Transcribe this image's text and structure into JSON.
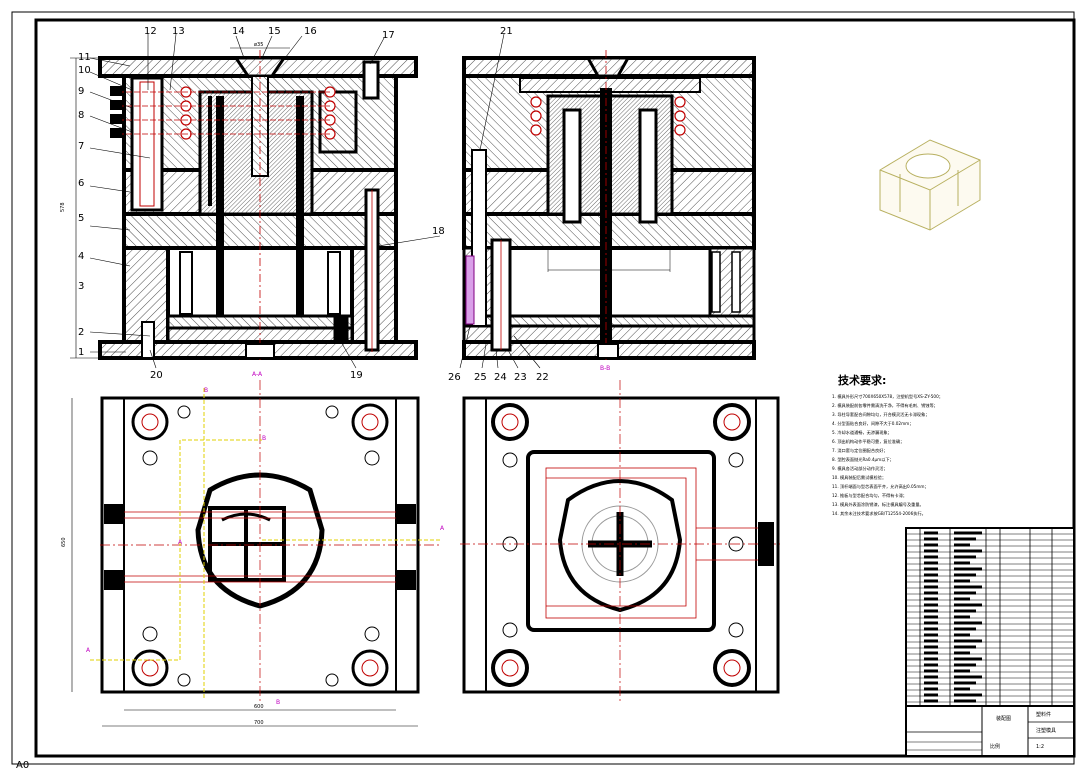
{
  "drawing": {
    "sheet_corner_label": "A0",
    "dimensions": {
      "front_height": "578",
      "plan_height": "650",
      "plan_inner_width": "600",
      "plan_overall_width": "700",
      "sprue_dim": "ø35"
    },
    "section_labels": {
      "left_section": "A-A",
      "right_section": "B-B"
    },
    "part_numbers_left": [
      "1",
      "2",
      "3",
      "4",
      "5",
      "6",
      "7",
      "8",
      "9",
      "10",
      "11",
      "12",
      "13",
      "14",
      "15",
      "16",
      "17",
      "18",
      "19",
      "20"
    ],
    "part_numbers_right": [
      "21",
      "22",
      "23",
      "24",
      "25",
      "26"
    ],
    "section_markers": [
      "A",
      "B",
      "A",
      "B",
      "A",
      "B"
    ],
    "technical_requirements": {
      "title": "技术要求:",
      "lines": [
        "1. 模具外形尺寸700X650X578，注塑机型号XS-ZY-500；",
        "2. 模具装配前各零件需清洗干净，不得有毛刺、锈蚀等；",
        "3. 导柱导套配合间隙均匀，开合模灵活无卡滞现象；",
        "4. 分型面贴合良好，间隙不大于0.02mm；",
        "5. 冷却水道通畅，无渗漏现象；",
        "6. 顶出机构动作平稳可靠，复位准确；",
        "7. 浇口套与定位圈配合良好；",
        "8. 型腔表面抛光Ra0.4μm以下；",
        "9. 模具各活动部分动作灵活；",
        "10. 模具装配后需试模检验；",
        "11. 顶杆端面与型芯表面平齐，允许高出0.05mm；",
        "12. 推板与型芯配合均匀，不得有卡滞；",
        "13. 模具外表面涂防锈漆，标注模具编号及重量。",
        "14. 其余未注技术要求按GB/T12554-2006执行。"
      ]
    },
    "title_block": {
      "drawing_name": "装配图",
      "part_name": "塑料件",
      "mold_name": "注塑模具",
      "scale_label": "比例",
      "scale_value": "1:2"
    }
  }
}
